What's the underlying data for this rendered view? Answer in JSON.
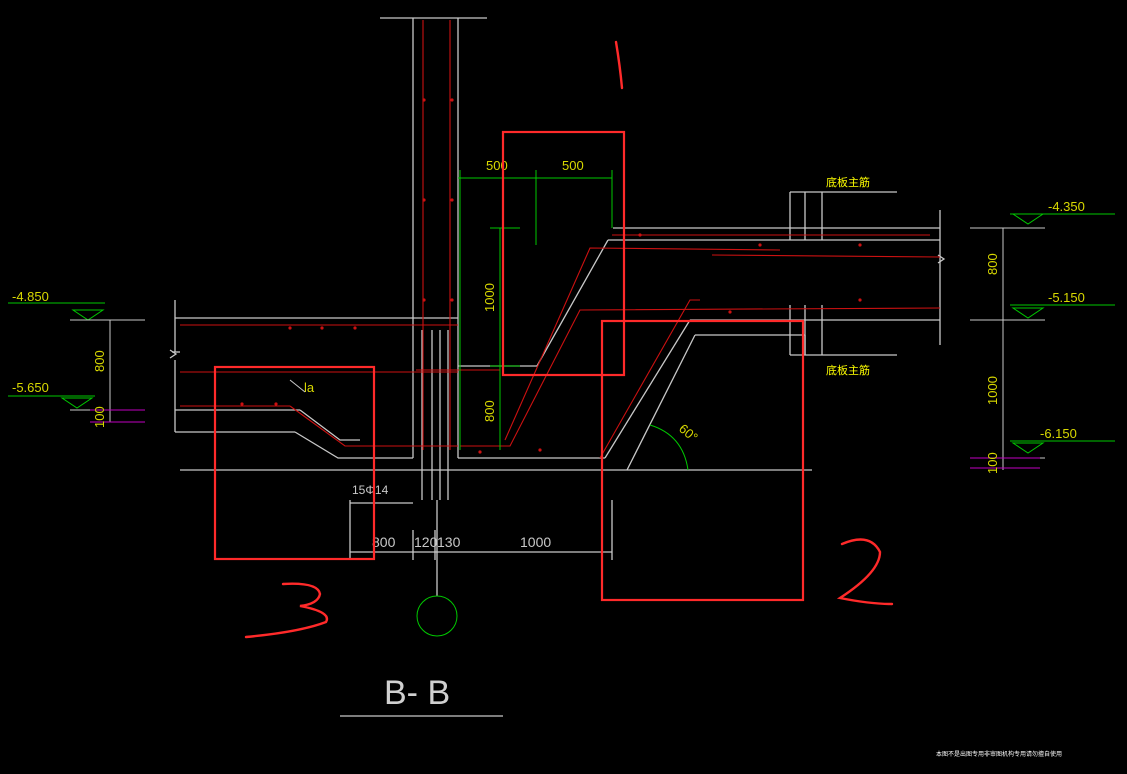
{
  "title": "B- B",
  "elevations": {
    "left_top": "-4.850",
    "left_bottom": "-5.650",
    "right_top": "-4.350",
    "right_mid": "-5.150",
    "right_bottom": "-6.150"
  },
  "dimensions": {
    "left_800": "800",
    "left_100": "100",
    "right_800": "800",
    "right_1000": "1000",
    "right_100": "100",
    "top_500a": "500",
    "top_500b": "500",
    "vert_1000": "1000",
    "vert_800": "800",
    "bottom_800": "800",
    "bottom_120": "120",
    "bottom_130": "130",
    "bottom_1000": "1000"
  },
  "labels": {
    "la": "la",
    "rebar": "15Φ14",
    "angle": "60°",
    "rebar_top": "底板主筋",
    "rebar_bottom": "底板主筋",
    "footer_note": "本图不是出图专用非审图机构专用请勿擅自使用"
  },
  "annotations": {
    "mark1": "1",
    "mark2": "2",
    "mark3": "3"
  },
  "colors": {
    "background": "#000000",
    "line": "#d0d0d0",
    "rebar": "#cc1111",
    "dimension_green": "#00c800",
    "highlight_red": "#ff2a2a",
    "text_yellow": "#d8d800",
    "magenta": "#c000c0"
  }
}
